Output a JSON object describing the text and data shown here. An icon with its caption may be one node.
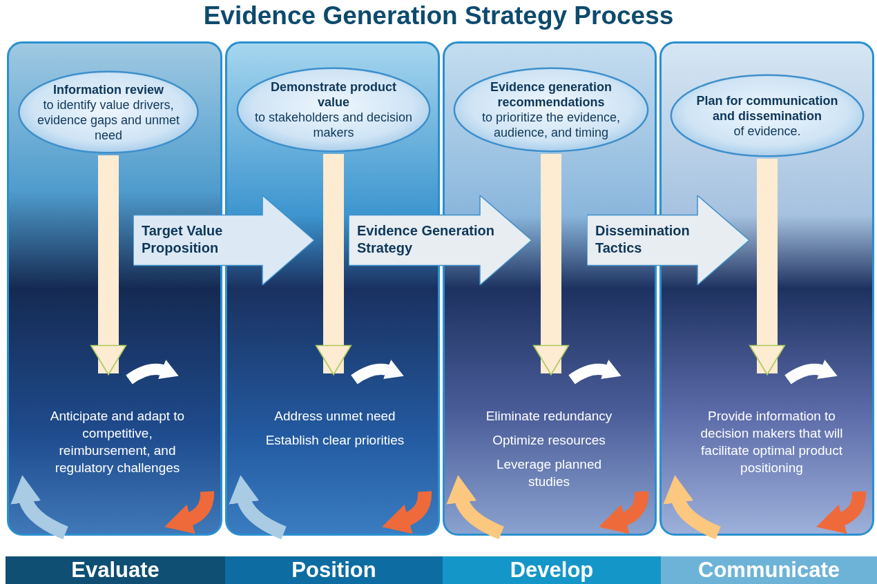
{
  "diagram": {
    "title": "Evidence Generation Strategy Process",
    "nodes": [
      {
        "text": [
          "Information review",
          "to identify value drivers, evidence gaps and unmet need"
        ]
      },
      {
        "text": [
          "Demonstrate product value",
          "to stakeholders and decision makers"
        ]
      },
      {
        "text": [
          "Evidence generation recommendations",
          "to prioritize the evidence, audience, and timing"
        ]
      },
      {
        "text": [
          "Plan for communication and dissemination",
          "of evidence."
        ]
      },
      {
        "text": [
          "Target Value Proposition"
        ]
      },
      {
        "text": [
          "Evidence Generation Strategy"
        ]
      },
      {
        "text": [
          "Dissemination Tactics"
        ]
      },
      {
        "text": [
          "Anticipate and adapt to competitive, reimbursement, and regulatory challenges"
        ]
      },
      {
        "text": [
          "Address unmet need",
          "Establish clear priorities"
        ]
      },
      {
        "text": [
          "Eliminate redundancy",
          "Optimize resources",
          "Leverage planned studies"
        ]
      },
      {
        "text": [
          "Provide information to decision makers that will facilitate optimal product positioning"
        ]
      },
      {
        "text": [
          "Evaluate"
        ]
      },
      {
        "text": [
          "Position"
        ]
      },
      {
        "text": [
          "Develop"
        ]
      },
      {
        "text": [
          "Communicate"
        ]
      }
    ],
    "edges": [
      {
        "from": 0,
        "to": 7,
        "arrow": "to"
      },
      {
        "from": 1,
        "to": 8,
        "arrow": "to"
      },
      {
        "from": 2,
        "to": 9,
        "arrow": "to"
      },
      {
        "from": 3,
        "to": 10,
        "arrow": "to"
      }
    ]
  }
}
